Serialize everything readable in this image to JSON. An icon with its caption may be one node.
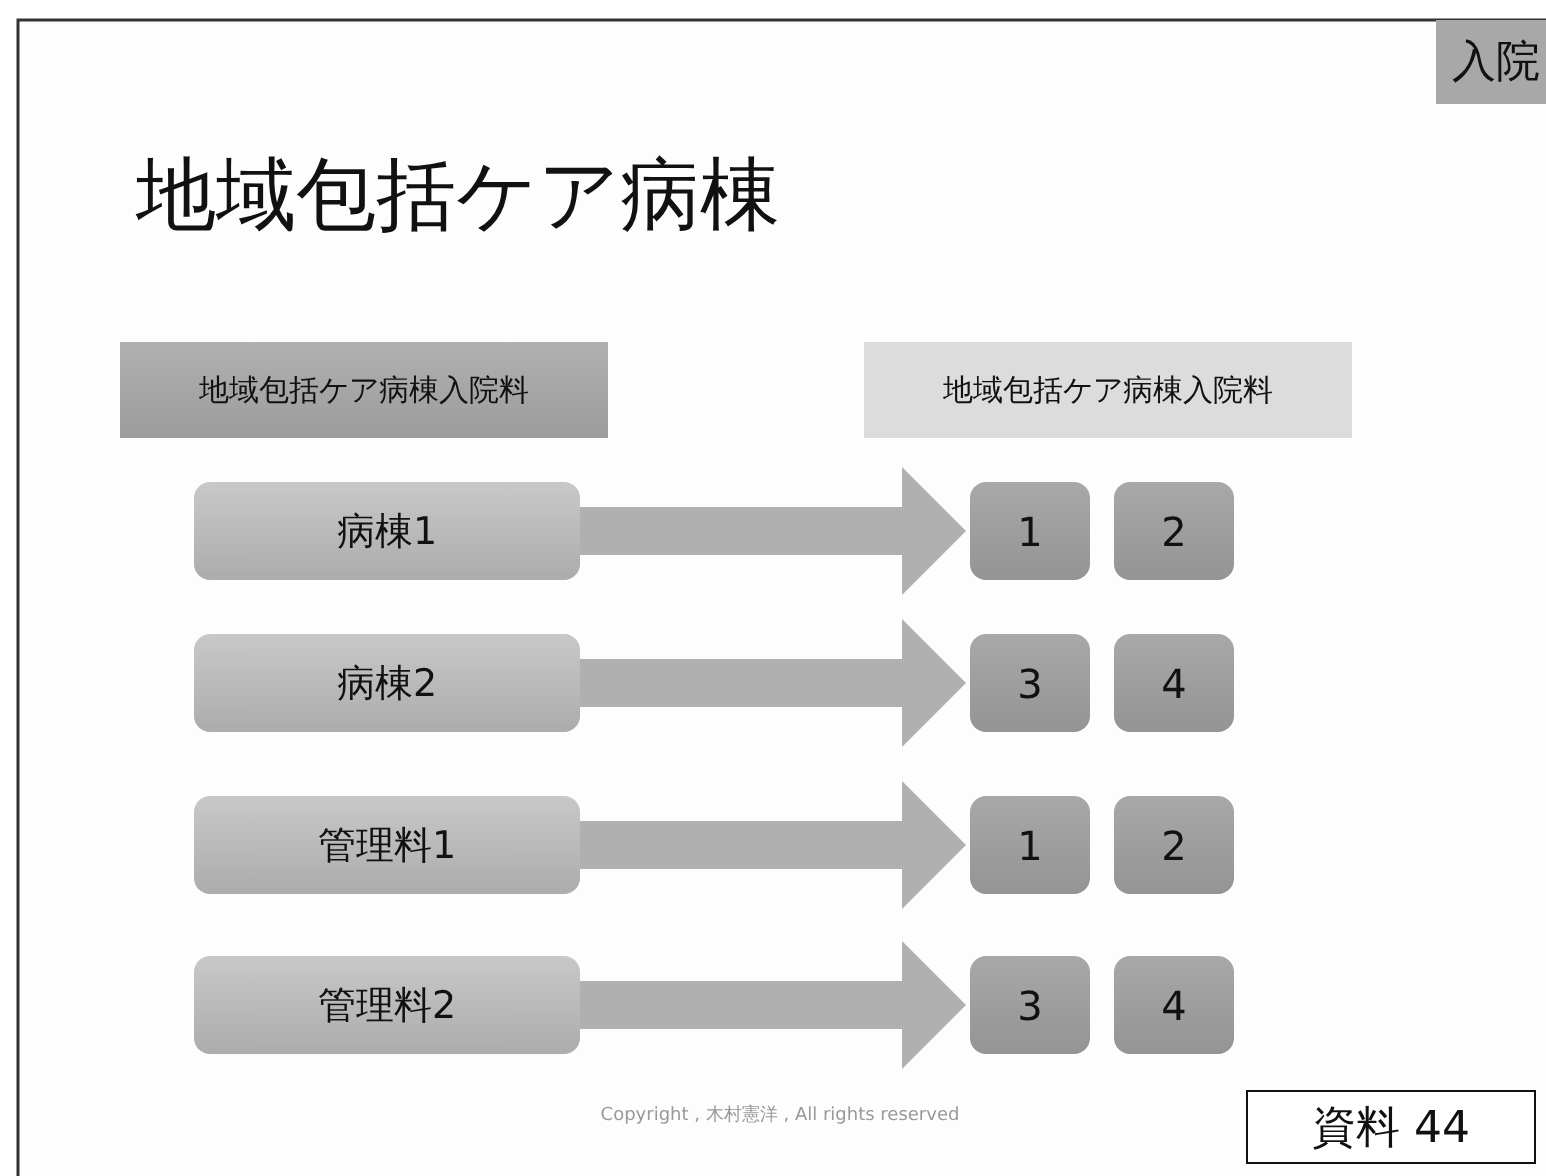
{
  "diagram": {
    "title": "地域包括ケア病棟",
    "nodes": [
      {
        "text": [
          "入院"
        ]
      },
      {
        "text": [
          "地域包括ケア病棟入院料"
        ]
      },
      {
        "text": [
          "地域包括ケア病棟入院料"
        ]
      },
      {
        "text": [
          "病棟1"
        ]
      },
      {
        "text": [
          "1"
        ]
      },
      {
        "text": [
          "2"
        ]
      },
      {
        "text": [
          "病棟2"
        ]
      },
      {
        "text": [
          "3"
        ]
      },
      {
        "text": [
          "4"
        ]
      },
      {
        "text": [
          "管理料1"
        ]
      },
      {
        "text": [
          "1"
        ]
      },
      {
        "text": [
          "2"
        ]
      },
      {
        "text": [
          "管理料2"
        ]
      },
      {
        "text": [
          "3"
        ]
      },
      {
        "text": [
          "4"
        ]
      },
      {
        "text": [
          "資料 44"
        ]
      }
    ],
    "edges": [
      {
        "from": 3,
        "to": 4,
        "arrow": "to"
      },
      {
        "from": 6,
        "to": 7,
        "arrow": "to"
      },
      {
        "from": 9,
        "to": 10,
        "arrow": "to"
      },
      {
        "from": 12,
        "to": 13,
        "arrow": "to"
      }
    ],
    "labels": [
      "Copyright , 木村憲洋 , All rights reserved"
    ]
  }
}
